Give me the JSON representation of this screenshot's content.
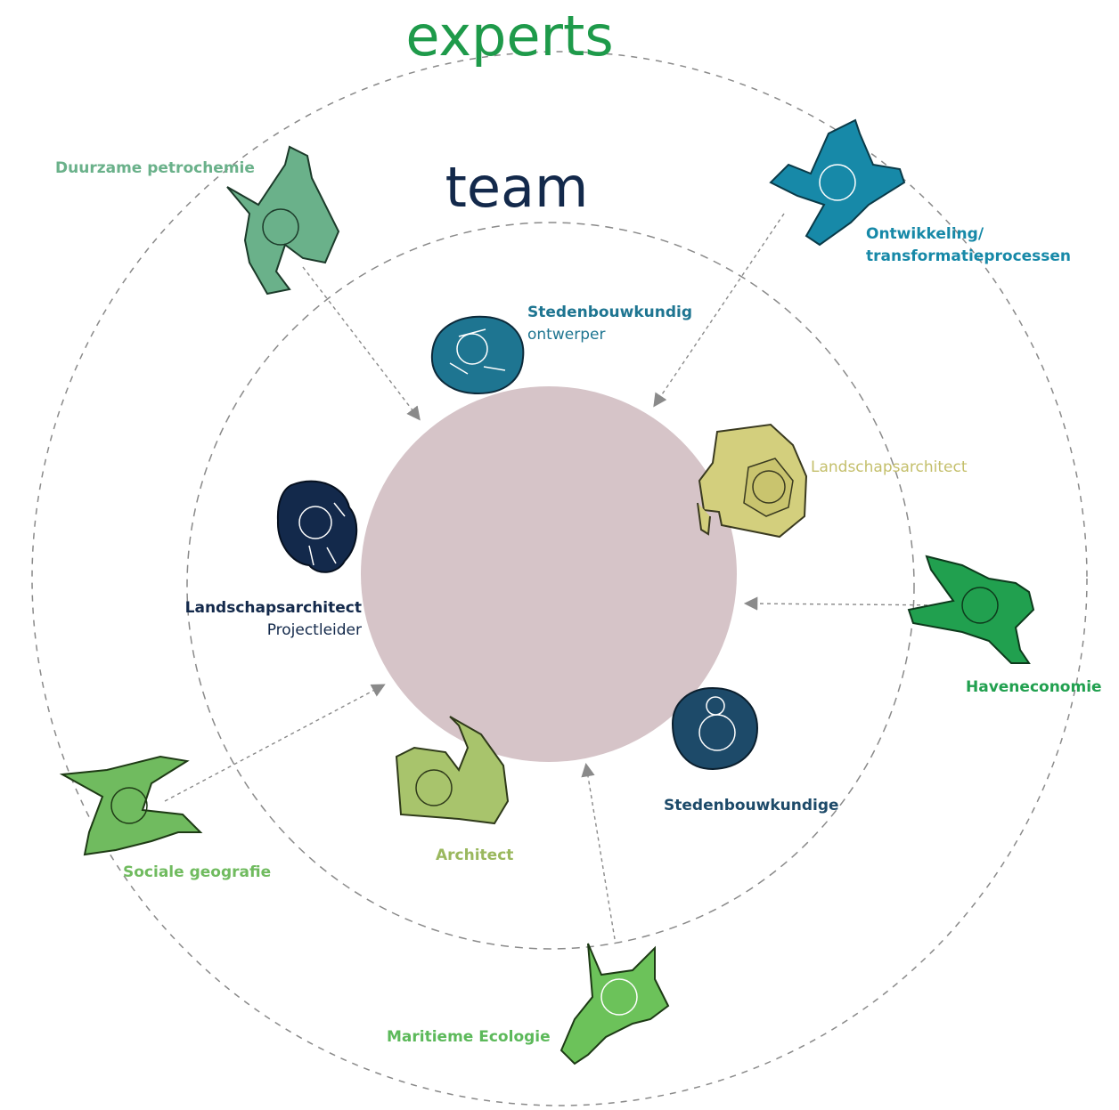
{
  "titles": {
    "experts": "experts",
    "team": "team"
  },
  "colors": {
    "experts_title": "#1e9a4a",
    "team_title": "#13294b",
    "table": "#d6c4c8",
    "ring": "#8a8a8a",
    "teal": "#1789a8",
    "petrol": "#1e7591",
    "navy": "#13294b",
    "dark_teal": "#1d4a69",
    "sand": "#d3cf7d",
    "olive": "#a8c46c",
    "sage": "#6ab18a",
    "green": "#21a04f",
    "light_green": "#70bb5f"
  },
  "team": {
    "stedenbouwkundig": {
      "line1": "Stedenbouwkundig",
      "line2": "ontwerper"
    },
    "landschapsarchitect_right": {
      "line1": "Landschapsarchitect"
    },
    "landschapsarchitect_left": {
      "line1": "Landschapsarchitect",
      "line2": "Projectleider"
    },
    "stedenbouwkundige": {
      "line1": "Stedenbouwkundige"
    },
    "architect": {
      "line1": "Architect"
    }
  },
  "experts": {
    "duurzame_petrochemie": {
      "line1": "Duurzame petrochemie"
    },
    "ontwikkeling": {
      "line1": "Ontwikkeling/",
      "line2": "transformatieprocessen"
    },
    "haveneconomie": {
      "line1": "Haveneconomie"
    },
    "sociale_geografie": {
      "line1": "Sociale geografie"
    },
    "maritieme_ecologie": {
      "line1": "Maritieme Ecologie"
    }
  }
}
